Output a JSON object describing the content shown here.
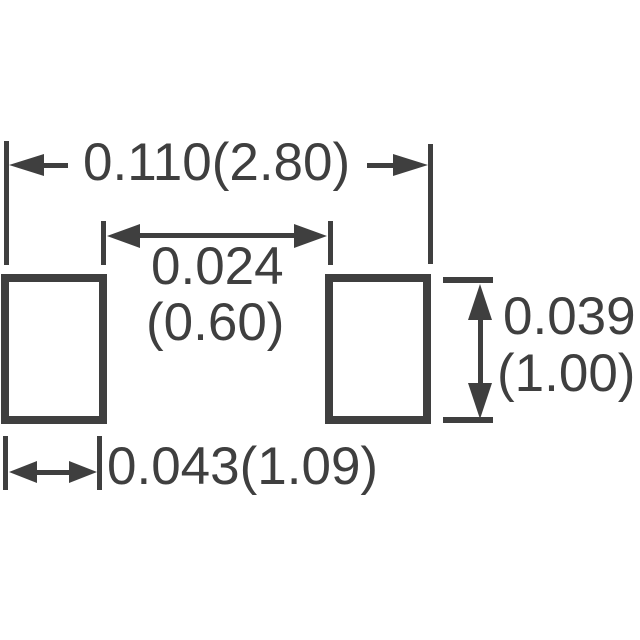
{
  "colors": {
    "ink": "#3f3f3f",
    "bg": "#ffffff"
  },
  "dimensions": {
    "overall_width": {
      "label": "0.110(2.80)"
    },
    "pad_gap": {
      "lines": [
        "0.024",
        "(0.60)"
      ]
    },
    "pad_height": {
      "lines": [
        "0.039",
        "(1.00)"
      ]
    },
    "pad_width": {
      "label": "0.043(1.09)"
    }
  }
}
